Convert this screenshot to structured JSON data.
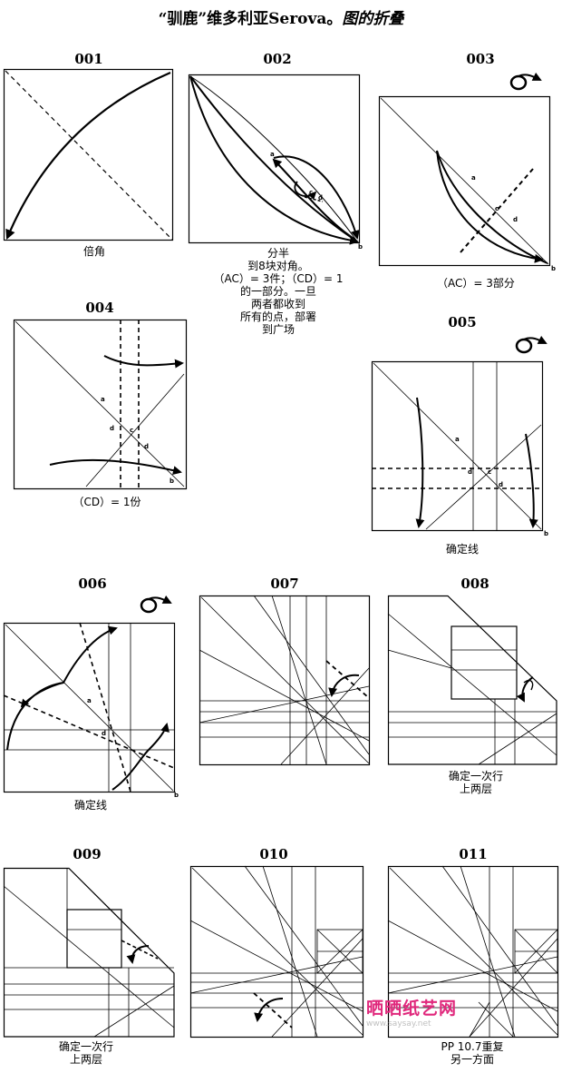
{
  "title": {
    "part1": "“驯鹿”维多利亚Serova。",
    "part2": "图的折叠"
  },
  "steps": [
    {
      "num": "001",
      "caption": "倍角"
    },
    {
      "num": "002",
      "caption_lines": [
        "分半",
        "到8块对角。",
        "（AC）= 3件；（CD）= 1",
        "的一部分。一旦",
        "两者都收到",
        "所有的点，部署",
        "到广场"
      ]
    },
    {
      "num": "003",
      "caption": "（AC）= 3部分"
    },
    {
      "num": "004",
      "caption": "（CD）= 1份"
    },
    {
      "num": "005",
      "caption": "确定线"
    },
    {
      "num": "006",
      "caption": "确定线"
    },
    {
      "num": "007"
    },
    {
      "num": "008",
      "caption_lines": [
        "确定一次行",
        "上两层"
      ]
    },
    {
      "num": "009",
      "caption_lines": [
        "确定一次行",
        "上两层"
      ]
    },
    {
      "num": "010"
    },
    {
      "num": "011",
      "caption_lines": [
        "PP 10.7重复",
        "另一方面"
      ]
    }
  ],
  "point_labels": {
    "a": "a",
    "b": "b",
    "c": "c",
    "d": "d"
  },
  "icons": {
    "flip": "flip-over-icon"
  },
  "watermark": {
    "site": "晒晒纸艺网",
    "url": "www.saysay.net"
  },
  "colors": {
    "ink": "#000000",
    "watermark": "#e0287c"
  }
}
